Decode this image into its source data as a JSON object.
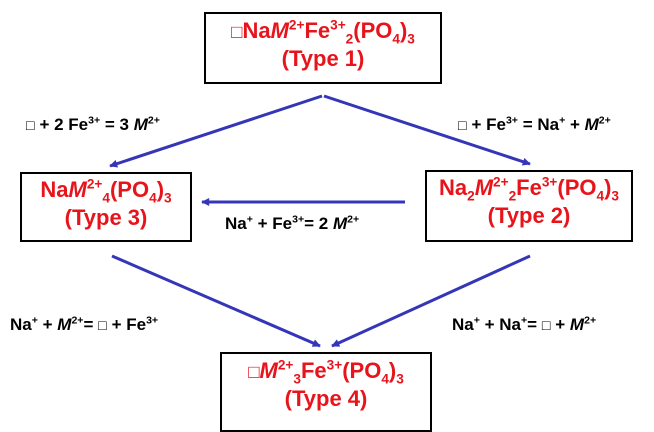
{
  "colors": {
    "formula": "#e8141b",
    "arrow": "#3535b8",
    "border": "#000000",
    "background": "#ffffff"
  },
  "boxes": {
    "type1": {
      "line1": [
        "□",
        "Na",
        "<i>M</i>",
        "<sup>2+</sup>",
        "Fe",
        "<sup>3+</sup>",
        "<sub>2</sub>",
        "(PO",
        "<sub>4</sub>",
        ")",
        "<sub>3</sub>"
      ],
      "label": "(Type 1)"
    },
    "type3": {
      "line1": [
        "Na",
        "<i>M</i>",
        "<sup>2+</sup>",
        "<sub>4</sub>",
        "(PO",
        "<sub>4</sub>",
        ")",
        "<sub>3</sub>"
      ],
      "label": "(Type 3)"
    },
    "type2": {
      "line1": [
        "Na",
        "<sub>2</sub>",
        "<i>M</i>",
        "<sup>2+</sup>",
        "<sub>2</sub>",
        "Fe",
        "<sup>3+</sup>",
        "(PO",
        "<sub>4</sub>",
        ")",
        "<sub>3</sub>"
      ],
      "label": "(Type 2)"
    },
    "type4": {
      "line1": [
        "□",
        "<i>M</i>",
        "<sup>2+</sup>",
        "<sub>3</sub>",
        "Fe",
        "<sup>3+</sup>",
        "(PO",
        "<sub>4</sub>",
        ")",
        "<sub>3</sub>"
      ],
      "label": "(Type 4)"
    }
  },
  "reactions": {
    "top_left": [
      "□",
      " + 2 Fe",
      "<sup>3+</sup>",
      " = 3 ",
      "<i>M</i>",
      "<sup>2+</sup>"
    ],
    "top_right": [
      "□",
      " + Fe",
      "<sup>3+</sup>",
      " = Na",
      "<sup>+</sup>",
      " + ",
      "<i>M</i>",
      "<sup>2+</sup>"
    ],
    "middle": [
      "Na",
      "<sup>+</sup>",
      " + Fe",
      "<sup>3+</sup>",
      "= 2 ",
      "<i>M</i>",
      "<sup>2+</sup>"
    ],
    "bottom_left": [
      "Na",
      "<sup>+</sup>",
      " + ",
      "<i>M</i>",
      "<sup>2+</sup>",
      "= ",
      "□",
      " + Fe",
      "<sup>3+</sup>"
    ],
    "bottom_right": [
      "Na",
      "<sup>+</sup>",
      " + Na",
      "<sup>+</sup>",
      "= ",
      "□",
      " + ",
      "<i>M</i>",
      "<sup>2+</sup>"
    ]
  }
}
